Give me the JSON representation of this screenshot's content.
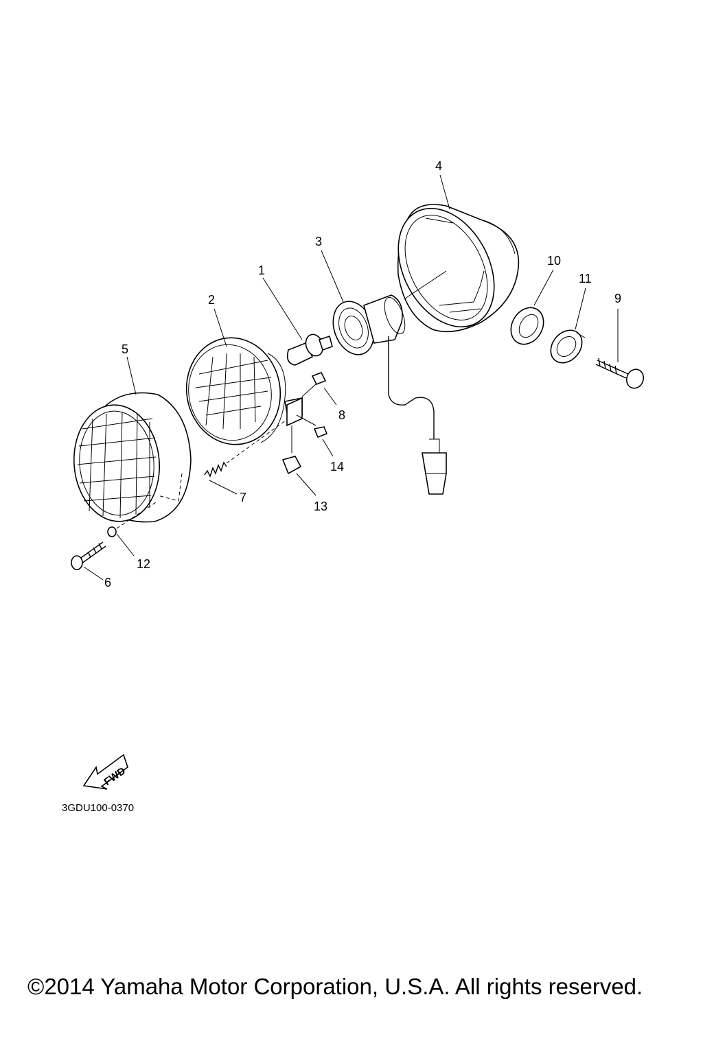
{
  "diagram": {
    "callouts": {
      "p1": "1",
      "p2": "2",
      "p3": "3",
      "p4": "4",
      "p5": "5",
      "p6": "6",
      "p7": "7",
      "p8": "8",
      "p9": "9",
      "p10": "10",
      "p11": "11",
      "p12": "12",
      "p13": "13",
      "p14": "14"
    },
    "fwd_label": "FWD",
    "drawing_code": "3GDU100-0370"
  },
  "footer": {
    "copyright": "©2014 Yamaha Motor Corporation, U.S.A. All rights reserved."
  }
}
